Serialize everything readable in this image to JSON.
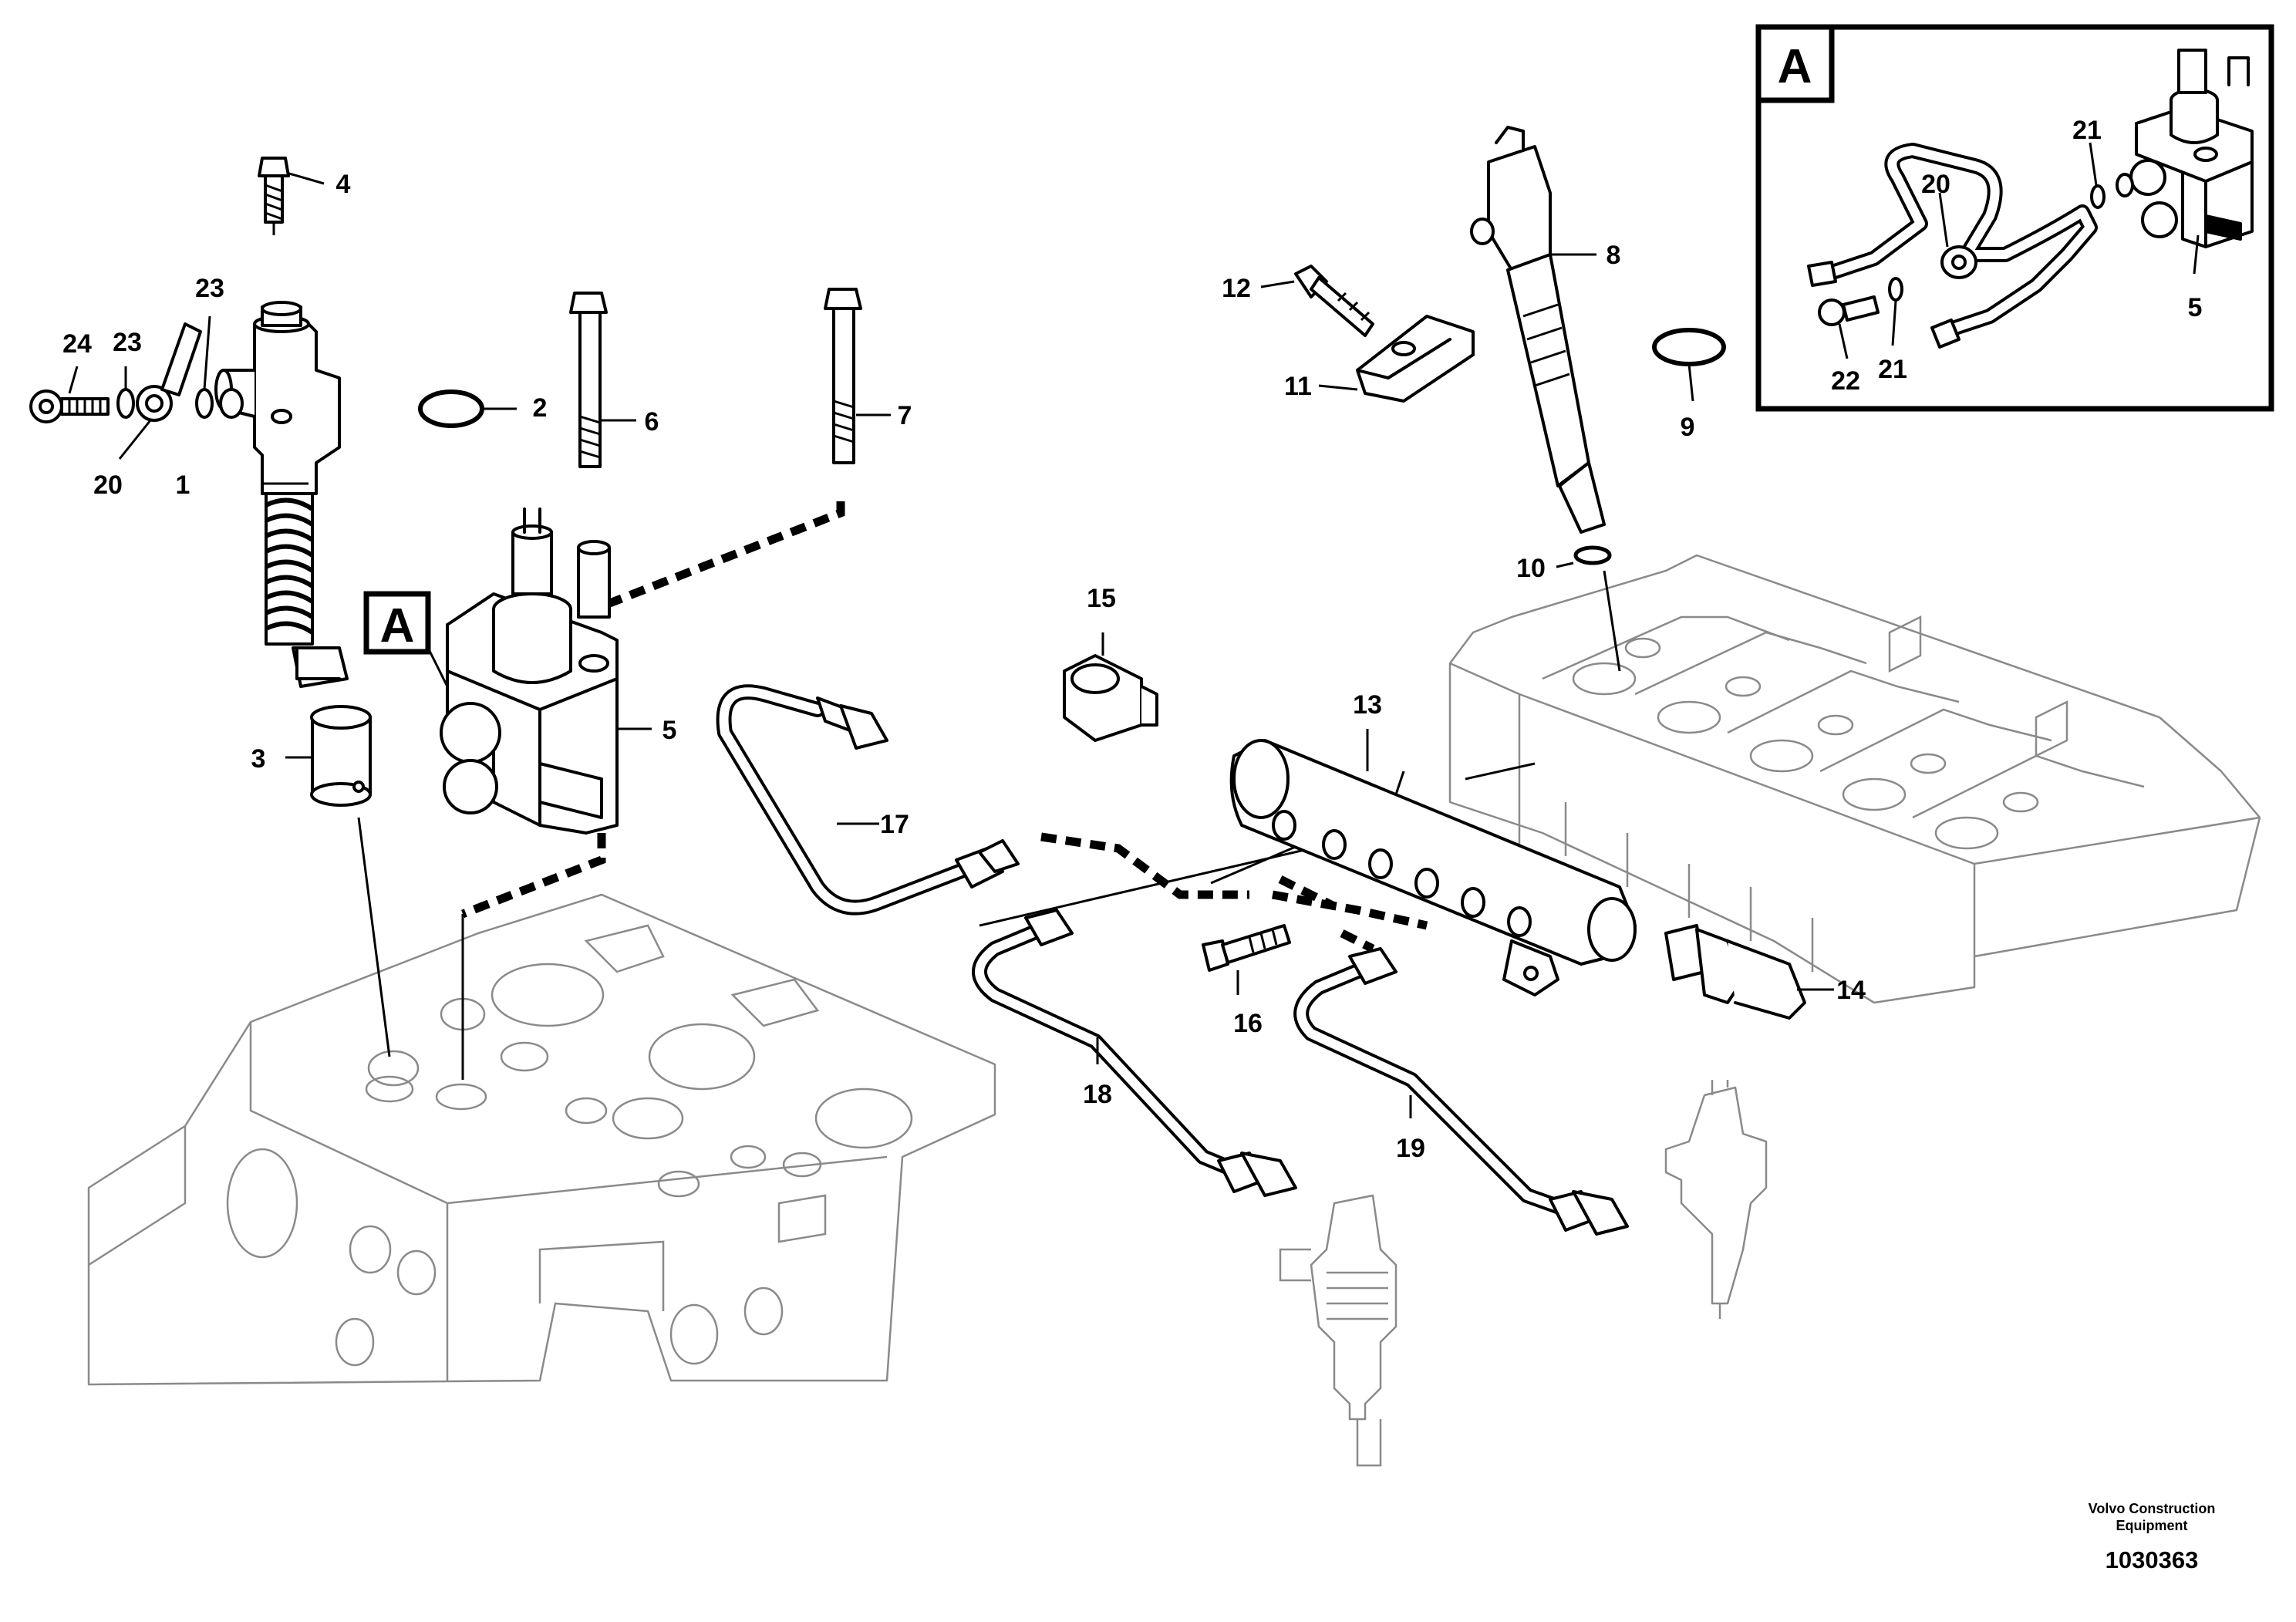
{
  "callouts": [
    {
      "id": "c1",
      "text": "1"
    },
    {
      "id": "c2",
      "text": "2"
    },
    {
      "id": "c3",
      "text": "3"
    },
    {
      "id": "c4",
      "text": "4"
    },
    {
      "id": "c5",
      "text": "5"
    },
    {
      "id": "c6",
      "text": "6"
    },
    {
      "id": "c7",
      "text": "7"
    },
    {
      "id": "c8",
      "text": "8"
    },
    {
      "id": "c9",
      "text": "9"
    },
    {
      "id": "c10",
      "text": "10"
    },
    {
      "id": "c11",
      "text": "11"
    },
    {
      "id": "c12",
      "text": "12"
    },
    {
      "id": "c13",
      "text": "13"
    },
    {
      "id": "c14",
      "text": "14"
    },
    {
      "id": "c15",
      "text": "15"
    },
    {
      "id": "c16",
      "text": "16"
    },
    {
      "id": "c17",
      "text": "17"
    },
    {
      "id": "c18",
      "text": "18"
    },
    {
      "id": "c19",
      "text": "19"
    },
    {
      "id": "c20",
      "text": "20"
    },
    {
      "id": "c23a",
      "text": "23"
    },
    {
      "id": "c23b",
      "text": "23"
    },
    {
      "id": "c24",
      "text": "24"
    },
    {
      "id": "d20",
      "text": "20"
    },
    {
      "id": "d21a",
      "text": "21"
    },
    {
      "id": "d21b",
      "text": "21"
    },
    {
      "id": "d22",
      "text": "22"
    },
    {
      "id": "d5",
      "text": "5"
    }
  ],
  "detail_box": {
    "letter": "A"
  },
  "reference_marker": {
    "letter": "A"
  },
  "footer": {
    "company_line1": "Volvo Construction",
    "company_line2": "Equipment",
    "figure_number": "1030363"
  }
}
